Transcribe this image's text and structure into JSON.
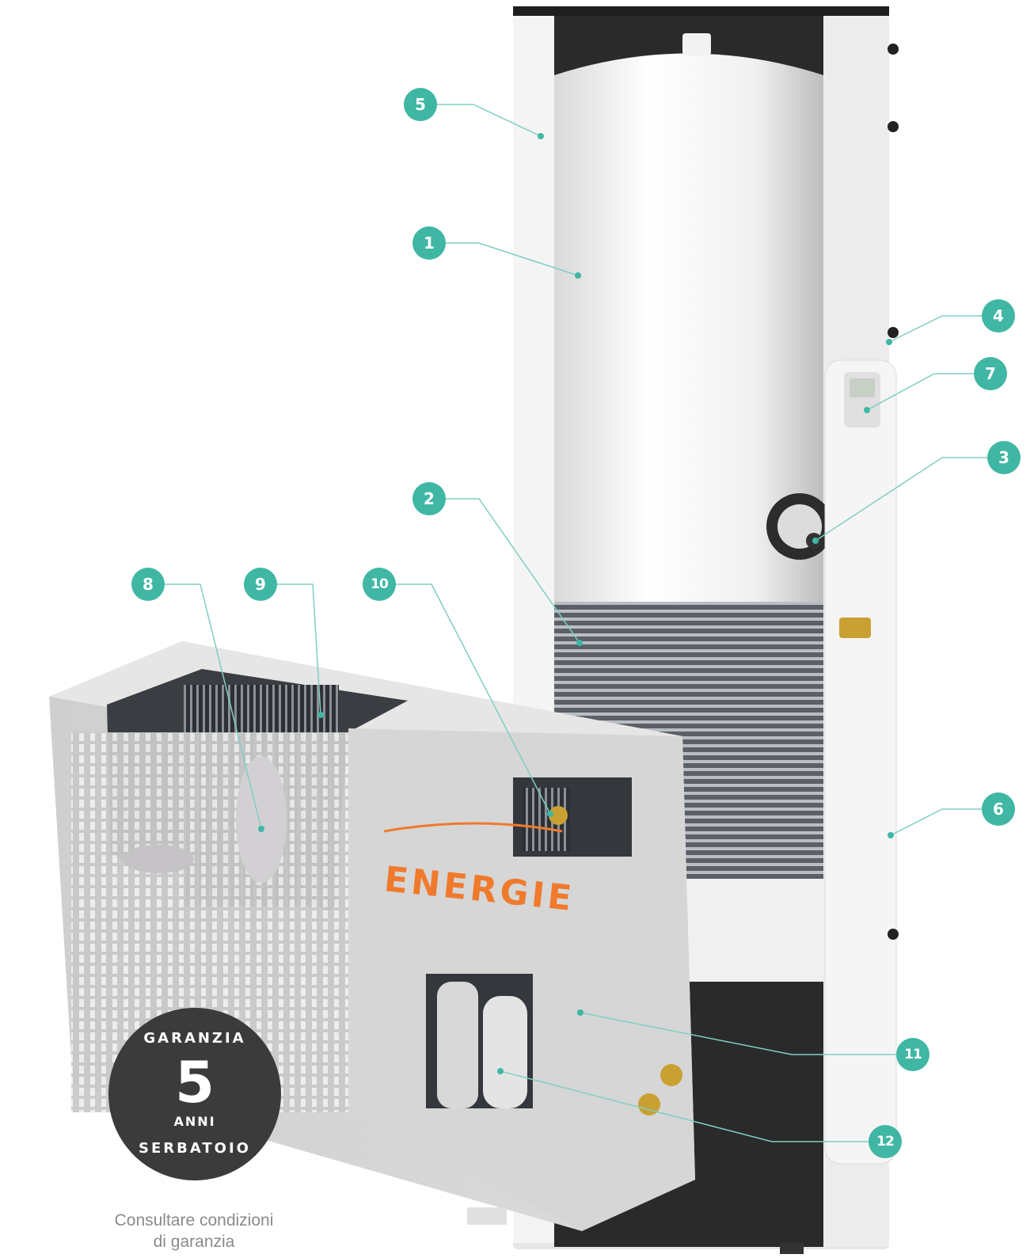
{
  "colors": {
    "callout": "#3fb7a4",
    "leader": "#7fcfc2",
    "badge": "#3b3b3b",
    "brand": "#f07a2c"
  },
  "callouts": [
    {
      "number": "1"
    },
    {
      "number": "2"
    },
    {
      "number": "3"
    },
    {
      "number": "4"
    },
    {
      "number": "5"
    },
    {
      "number": "6"
    },
    {
      "number": "7"
    },
    {
      "number": "8"
    },
    {
      "number": "9"
    },
    {
      "number": "10"
    },
    {
      "number": "11"
    },
    {
      "number": "12"
    }
  ],
  "product": {
    "brand_logo": "ENERGIE"
  },
  "badge": {
    "top_text": "GARANZIA",
    "years": "5",
    "unit": "ANNI",
    "bottom_text": "SERBATOIO"
  },
  "note": {
    "line1": "Consultare condizioni",
    "line2": "di garanzia"
  }
}
